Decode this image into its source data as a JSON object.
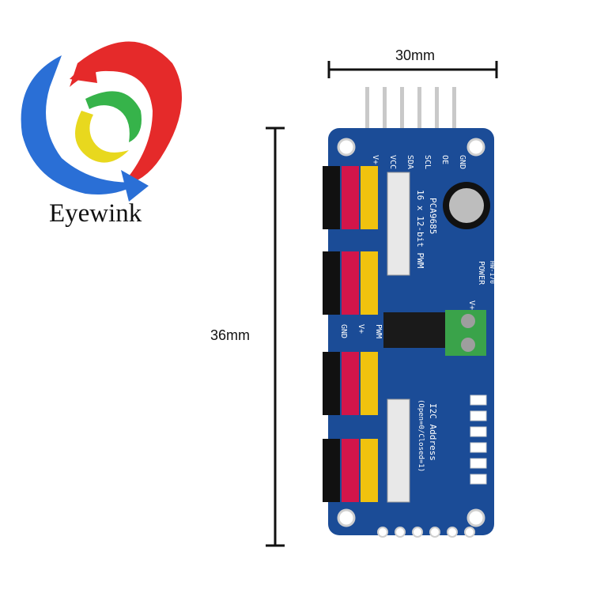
{
  "brand": {
    "name": "Eyewink",
    "logo_colors": {
      "red": "#e52a2a",
      "blue": "#2a6fd6",
      "green": "#36b34a",
      "yellow": "#e8d81e"
    }
  },
  "dimensions": {
    "width": "30mm",
    "height": "36mm"
  },
  "board": {
    "color": "#1b4c97",
    "model_label": "HW-170",
    "chip_label": "PCA9685",
    "pwm_label": "16 x 12-bit PWM",
    "power_label": "POWER",
    "vplus_label": "V+",
    "address_label": "I2C Address",
    "address_note": "(Open=0/Closed=1)",
    "header_labels": [
      "GND",
      "OE",
      "SCL",
      "SDA",
      "VCC",
      "V+"
    ],
    "side_labels": [
      "GND",
      "V+",
      "PWM"
    ]
  }
}
